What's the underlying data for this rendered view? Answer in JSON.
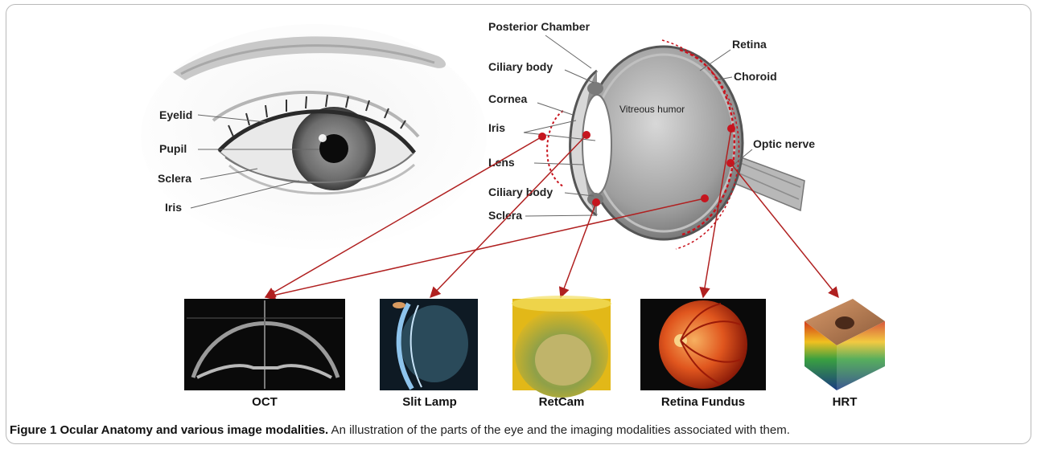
{
  "eye_labels": {
    "eyelid": "Eyelid",
    "pupil": "Pupil",
    "sclera": "Sclera",
    "iris": "Iris"
  },
  "cross_section_labels": {
    "posterior_chamber": "Posterior Chamber",
    "ciliary_body_top": "Ciliary body",
    "cornea": "Cornea",
    "iris": "Iris",
    "lens": "Lens",
    "ciliary_body_bottom": "Ciliary body",
    "sclera": "Sclera",
    "retina": "Retina",
    "choroid": "Choroid",
    "vitreous_humor": "Vitreous humor",
    "optic_nerve": "Optic nerve"
  },
  "modalities": [
    "OCT",
    "Slit Lamp",
    "RetCam",
    "Retina Fundus",
    "HRT"
  ],
  "caption": {
    "title": "Figure 1 Ocular Anatomy and various image modalities.",
    "text": " An illustration of the parts of the eye and the imaging modalities associated with them."
  },
  "colors": {
    "marker": "#c8141e",
    "arrow": "#b02020",
    "leader": "#666666"
  }
}
